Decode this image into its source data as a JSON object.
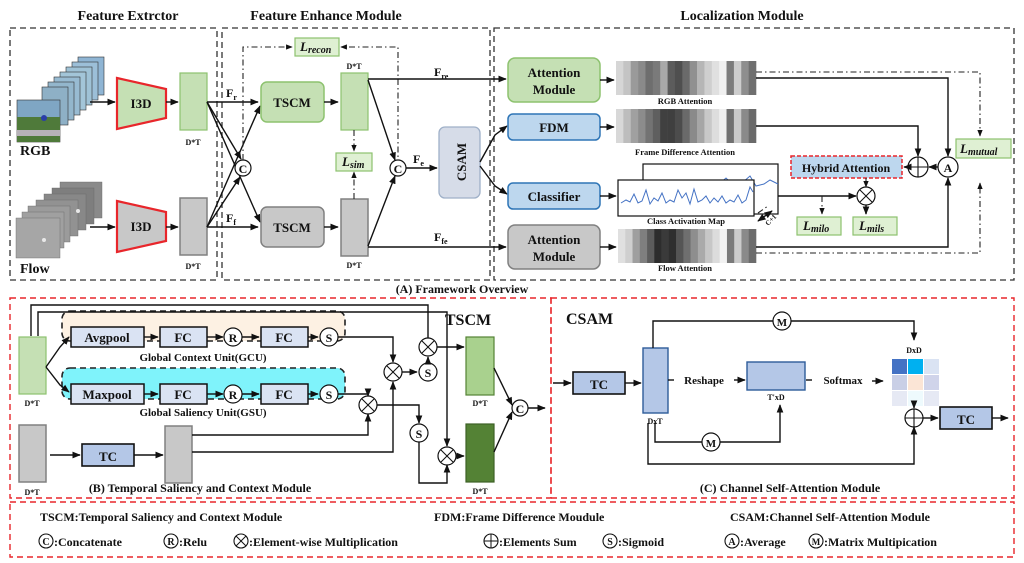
{
  "overview": {
    "caption": "(A) Framework Overview",
    "feature_extractor": {
      "title": "Feature Extrctor",
      "rgb_label": "RGB",
      "flow_label": "Flow",
      "i3d_label": "I3D",
      "dim_label": "D*T"
    },
    "feature_enhance": {
      "title": "Feature Enhance Module",
      "tscm_label": "TSCM",
      "csam_label": "CSAM",
      "dim_label": "D*T",
      "f_r": "F",
      "f_r_sub": "r",
      "f_f": "F",
      "f_f_sub": "f",
      "f_e": "F",
      "f_e_sub": "e",
      "f_re": "F",
      "f_re_sub": "re",
      "f_fe": "F",
      "f_fe_sub": "fe",
      "concat_symbol": "C",
      "loss_recon": "L",
      "loss_recon_sub": "recon",
      "loss_sim": "L",
      "loss_sim_sub": "sim"
    },
    "localization": {
      "title": "Localization Module",
      "attention_module_label_1": "Attention",
      "attention_module_label_2": "Module",
      "fdm_label": "FDM",
      "classifier_label": "Classifier",
      "rgb_attention": "RGB Attention",
      "frame_diff_attention": "Frame Difference Attention",
      "class_activation_map": "Class Activation Map",
      "flow_attention": "Flow Attention",
      "c_plus_1": "C+1",
      "hybrid_attention": "Hybrid Attention",
      "average_symbol": "A",
      "loss_mutual": "L",
      "loss_mutual_sub": "mutual",
      "loss_milo": "L",
      "loss_milo_sub": "milo",
      "loss_mils": "L",
      "loss_mils_sub": "mils",
      "rgb_attention_shades": [
        "#d6d6d6",
        "#c4c4c4",
        "#9a9a9a",
        "#8a8a8a",
        "#6e6e6e",
        "#7a7a7a",
        "#a9a9a9",
        "#5c5c5c",
        "#4f4f4f",
        "#6a6a6a",
        "#909090",
        "#b6b6b6",
        "#cfcfcf",
        "#e0e0e0",
        "#f0f0f0",
        "#7c7c7c",
        "#cdcdcd",
        "#8e8e8e",
        "#6f6f6f"
      ],
      "fd_attention_shades": [
        "#d8d8d8",
        "#bdbdbd",
        "#a0a0a0",
        "#8c8c8c",
        "#737373",
        "#5f5f5f",
        "#404040",
        "#3f3f3f",
        "#4c4c4c",
        "#6a6a6a",
        "#8a8a8a",
        "#a6a6a6",
        "#c8c8c8",
        "#dddddd",
        "#efefef",
        "#707070",
        "#c9c9c9",
        "#8a8a8a",
        "#6a6a6a"
      ],
      "flow_attention_shades": [
        "#e0e0e0",
        "#cfcfcf",
        "#9f9f9f",
        "#7f7f7f",
        "#5c5c5c",
        "#2d2d2d",
        "#3a3a3a",
        "#2f2f2f",
        "#555555",
        "#6f6f6f",
        "#8e8e8e",
        "#aaaaaa",
        "#c7c7c7",
        "#dcdcdc",
        "#f2f2f2",
        "#7a7a7a",
        "#cbcbcb",
        "#8a8a8a",
        "#6c6c6c"
      ]
    }
  },
  "tscm_detail": {
    "title": "TSCM",
    "caption": "(B) Temporal Saliency and Context Module",
    "avgpool": "Avgpool",
    "maxpool": "Maxpool",
    "fc": "FC",
    "relu_symbol": "R",
    "sigmoid_symbol": "S",
    "concat_symbol": "C",
    "tc": "TC",
    "gcu_label": "Global Context Unit(GCU)",
    "gsu_label": "Global Saliency Unit(GSU)",
    "dim_label": "D*T"
  },
  "csam_detail": {
    "title": "CSAM",
    "caption": "(C) Channel Self-Attention Module",
    "tc": "TC",
    "reshape": "Reshape",
    "softmax": "Softmax",
    "dxt": "DxT",
    "txd": "T'xD",
    "dxd": "DxD",
    "matmul_symbol": "M",
    "matrix_colors": [
      "#4472c4",
      "#00b0f0",
      "#dae3f3",
      "#c9cfe6",
      "#fbe5d6",
      "#d0d4ea",
      "#e6e9f4",
      "#eefafd",
      "#e6e9f4"
    ]
  },
  "legend": {
    "tscm_def": "TSCM:Temporal Saliency and Context  Module",
    "fdm_def": "FDM:Frame Difference Moudule",
    "csam_def": "CSAM:Channel Self-Attention Module",
    "concat": ":Concatenate",
    "relu": ":Relu",
    "elem_mult": ":Element-wise Multiplication",
    "elem_sum": ":Elements Sum",
    "sigmoid": ":Sigmoid",
    "average": ":Average",
    "matmul": ":Matrix Multipication",
    "sym_c": "C",
    "sym_r": "R",
    "sym_s": "S",
    "sym_a": "A",
    "sym_m": "M"
  },
  "colors": {
    "green_fill": "#c5e0b4",
    "green_stroke": "#8dc26f",
    "gray_fill": "#c8c8c8",
    "gray_stroke": "#808080",
    "blue_fill": "#bdd7ee",
    "blue_stroke": "#2e75b6",
    "red": "#e8262b",
    "fem_bg": "#eaf7fd",
    "loc_bg": "#fbfcf6",
    "gcu_bg": "#fdf1e3",
    "gsu_bg": "#7ff3fb",
    "csam_box": "#b4c7e7",
    "dark_green": "#548235",
    "light_green": "#a9d18e"
  }
}
